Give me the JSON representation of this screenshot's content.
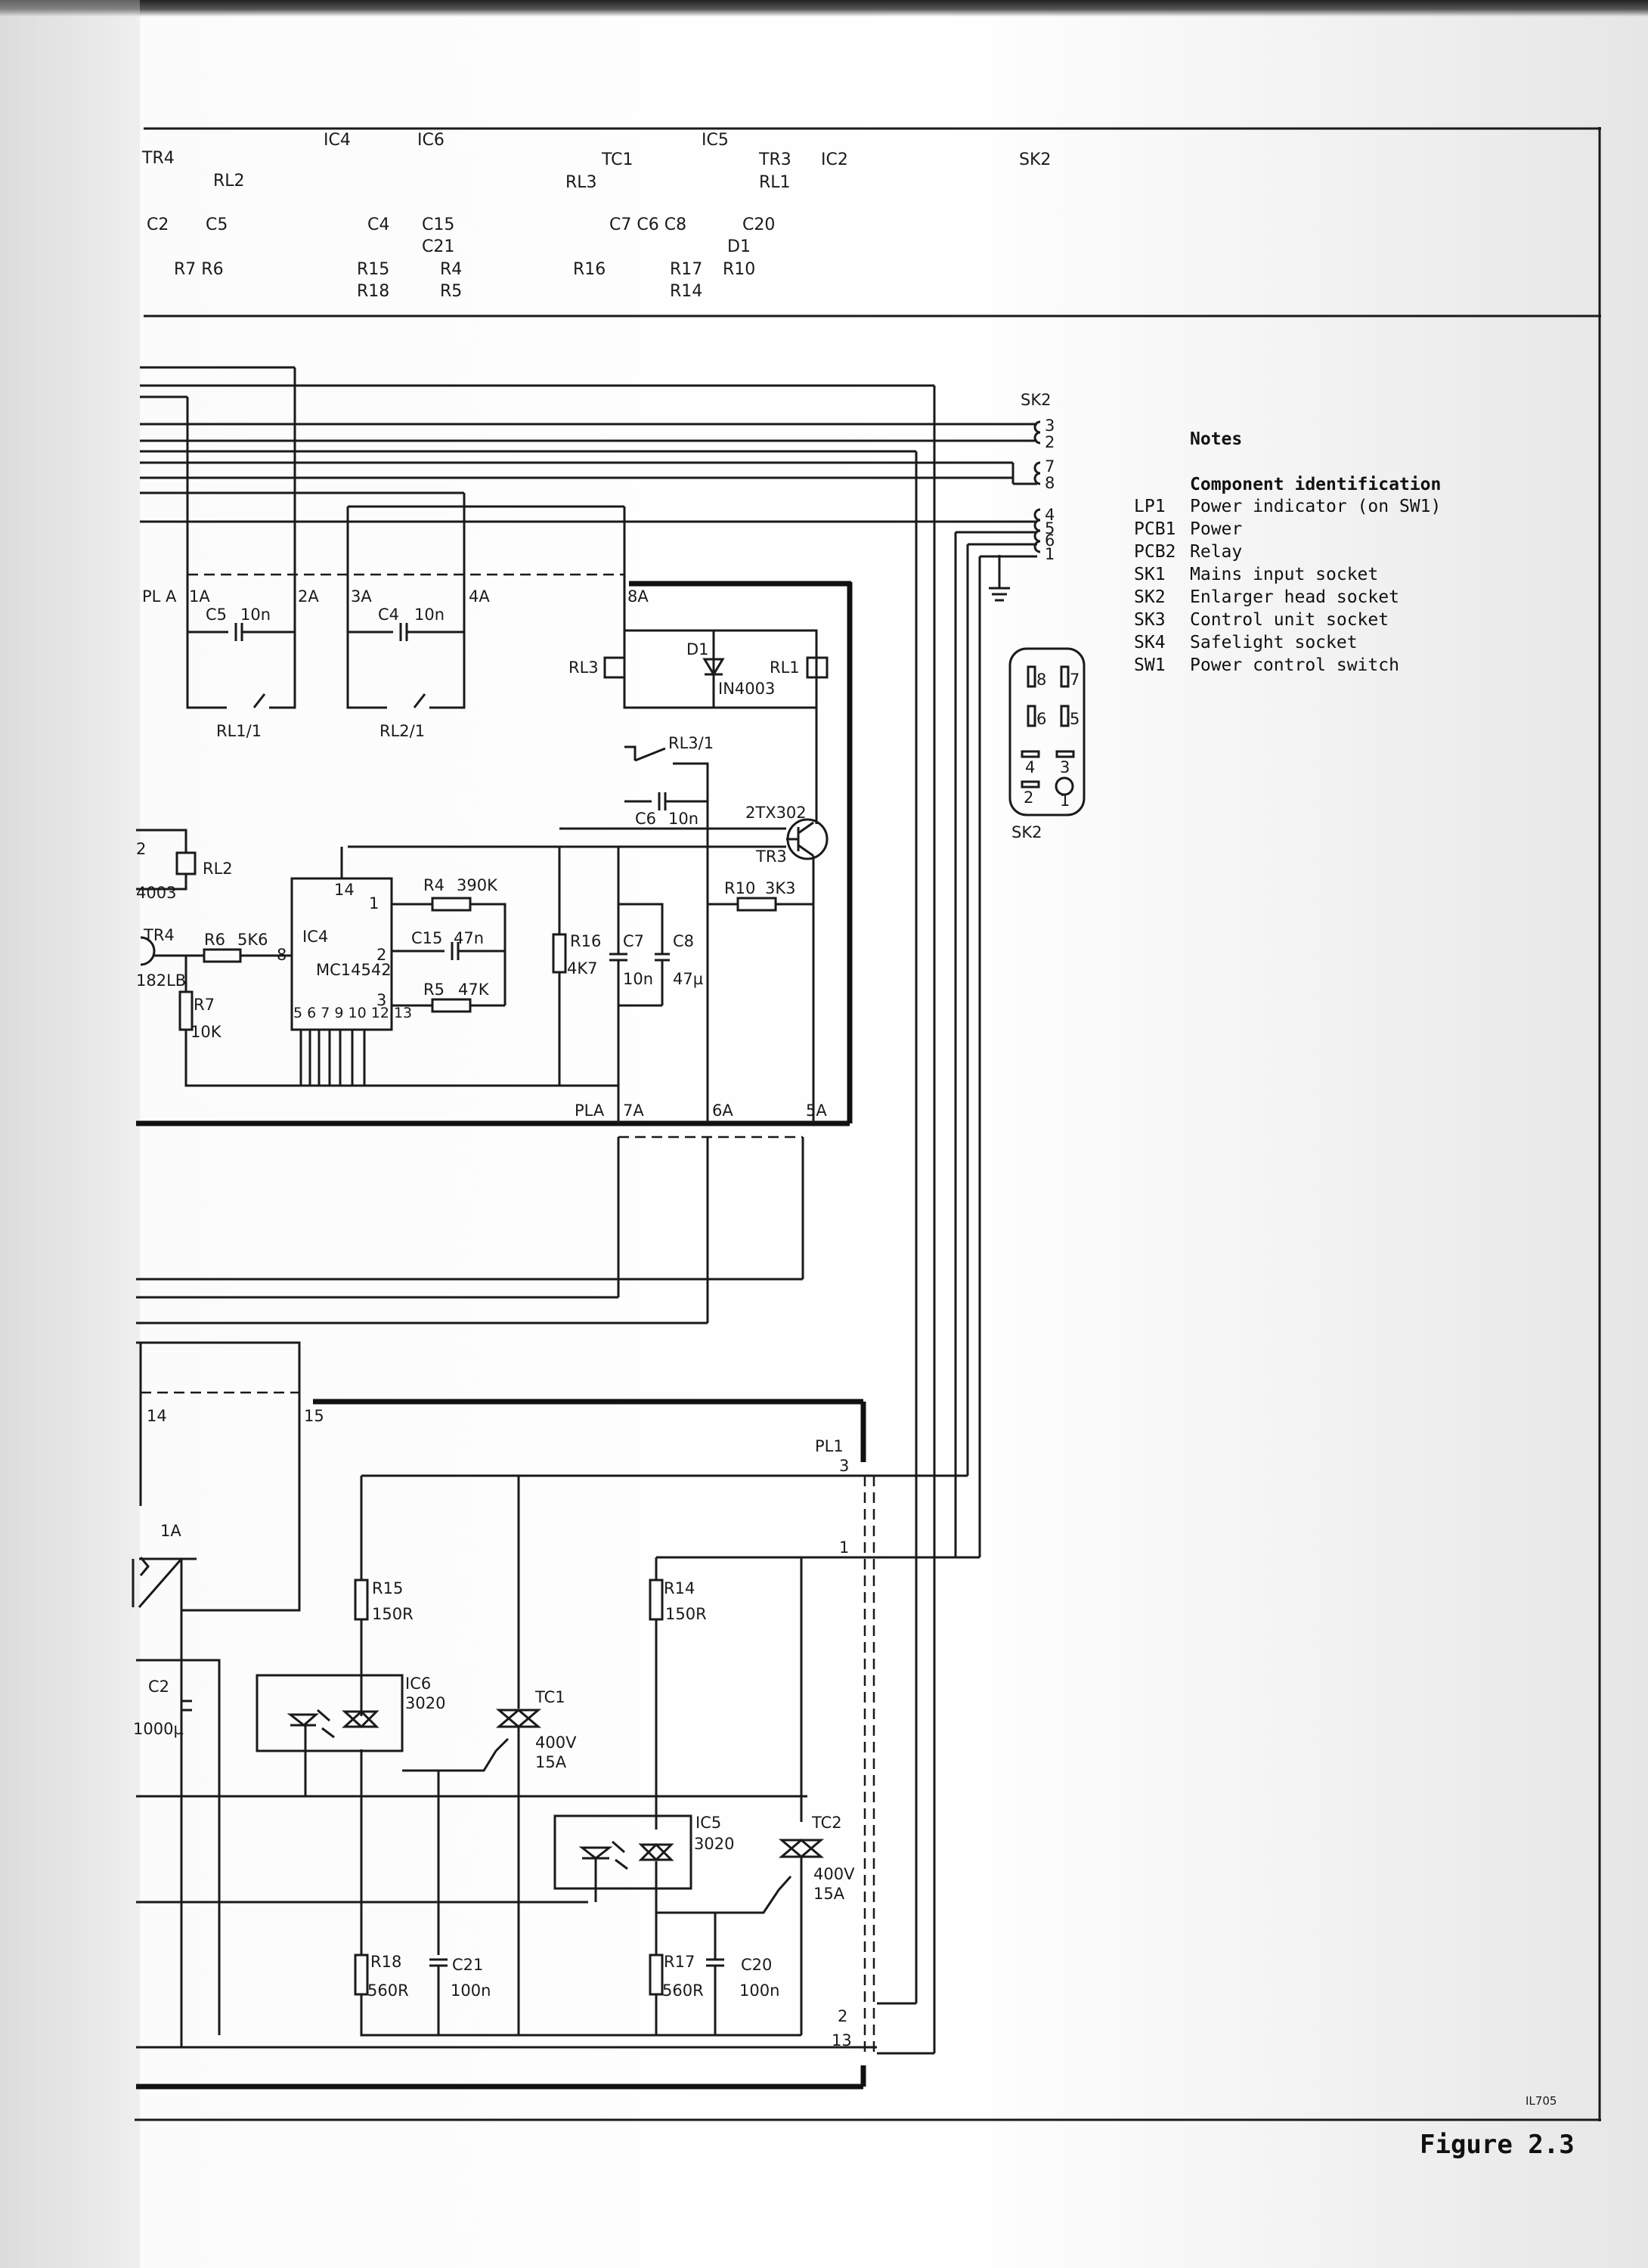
{
  "header": {
    "cols": [
      {
        "row1": "TR4",
        "row2": "",
        "row3": "C2",
        "row4": "R7  R6",
        "row5": ""
      },
      {
        "row1": "RL2",
        "row3": "C5"
      },
      {
        "row0": "IC4",
        "row3": "C4",
        "row4": "R15",
        "row5": "R18"
      },
      {
        "row0": "IC6",
        "row3": "C15",
        "row3b": "C21",
        "row4": "R4",
        "row5": "R5"
      },
      {
        "row1": "TC1",
        "row1b": "RL3",
        "row3": "C7 C6 C8",
        "row4": "R16"
      },
      {
        "row0": "IC5",
        "row4": "R17",
        "row5": "R14"
      },
      {
        "row1": "TR3",
        "row1b": "RL1",
        "row3": "C20",
        "row3b": "D1",
        "row4": "R10"
      },
      {
        "row1": "IC2"
      },
      {
        "row1": "SK2"
      }
    ]
  },
  "notes": {
    "title": "Notes",
    "subtitle": "Component identification",
    "items": [
      {
        "ref": "LP1",
        "desc": "Power indicator (on SW1)"
      },
      {
        "ref": "PCB1",
        "desc": "Power"
      },
      {
        "ref": "PCB2",
        "desc": "Relay"
      },
      {
        "ref": "SK1",
        "desc": "Mains input socket"
      },
      {
        "ref": "SK2",
        "desc": "Enlarger head socket"
      },
      {
        "ref": "SK3",
        "desc": "Control unit socket"
      },
      {
        "ref": "SK4",
        "desc": "Safelight socket"
      },
      {
        "ref": "SW1",
        "desc": "Power control switch"
      }
    ]
  },
  "sk2": {
    "label": "SK2",
    "pins": [
      "3",
      "2",
      "7",
      "8",
      "4",
      "5",
      "6",
      "1"
    ],
    "connector_label": "SK2",
    "connector_pins": [
      "8",
      "7",
      "6",
      "5",
      "4",
      "3",
      "2",
      "1"
    ]
  },
  "relay_board": {
    "pla_top": "PL A",
    "pins_top": [
      "1A",
      "2A",
      "3A",
      "4A",
      "8A"
    ],
    "c5": "C5",
    "c5v": "10n",
    "c4": "C4",
    "c4v": "10n",
    "rl1_1": "RL1/1",
    "rl2_1": "RL2/1",
    "rl3": "RL3",
    "d1": "D1",
    "d1v": "IN4003",
    "rl1": "RL1",
    "rl3_1": "RL3/1",
    "c6": "C6",
    "c6v": "10n",
    "tr3type": "2TX302",
    "tr3": "TR3",
    "d2": "2",
    "d2v": "4003",
    "rl2": "RL2",
    "pin14": "14",
    "r4": "R4",
    "r4v": "390K",
    "pin1": "1",
    "c15": "C15",
    "c15v": "47n",
    "pin2": "2",
    "r5": "R5",
    "r5v": "47K",
    "pin3": "3",
    "ic4": "IC4",
    "ic4v": "MC14542",
    "pin8": "8",
    "pins_bottom": "5 6 7 9 10 12 13",
    "tr4": "TR4",
    "tr4v": "182LB",
    "r6": "R6",
    "r6v": "5K6",
    "r7": "R7",
    "r7v": "10K",
    "r16": "R16",
    "r16v": "4K7",
    "c7": "C7",
    "c7v": "10n",
    "c8": "C8",
    "c8v": "47µ",
    "r10": "R10",
    "r10v": "3K3",
    "pla_bot": "PLA",
    "pins_bot": [
      "7A",
      "6A",
      "5A"
    ]
  },
  "power_board": {
    "pin14": "14",
    "pin15": "15",
    "pl1": "PL1",
    "p3": "3",
    "p1": "1",
    "p2": "2",
    "p13": "13",
    "bridge": "1A",
    "c2": "C2",
    "c2v": "1000µ",
    "r15": "R15",
    "r15v": "150R",
    "r14": "R14",
    "r14v": "150R",
    "ic6": "IC6",
    "ic6v": "3020",
    "tc1": "TC1",
    "tc1v1": "400V",
    "tc1v2": "15A",
    "ic5": "IC5",
    "ic5v": "3020",
    "tc2": "TC2",
    "tc2v1": "400V",
    "tc2v2": "15A",
    "r18": "R18",
    "r18v": "560R",
    "c21": "C21",
    "c21v": "100n",
    "r17": "R17",
    "r17v": "560R",
    "c20": "C20",
    "c20v": "100n"
  },
  "drawing_no": "IL705",
  "figure": "Figure 2.3"
}
